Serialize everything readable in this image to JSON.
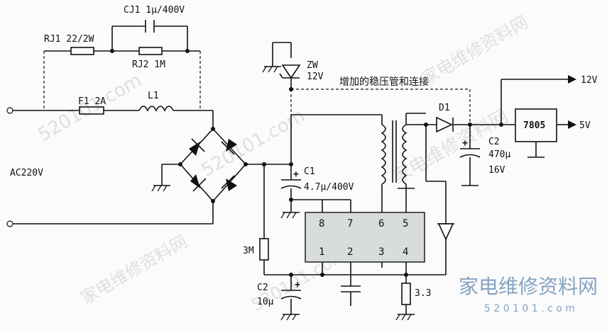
{
  "labels": {
    "cj1": "CJ1 1μ/400V",
    "rj1": "RJ1 22/2W",
    "rj2": "RJ2 1M",
    "f1": "F1 2A",
    "l1": "L1",
    "ac": "AC220V",
    "zw": "ZW",
    "zw_v": "12V",
    "note": "增加的稳压管和连接",
    "d1": "D1",
    "c2_out": "C2",
    "c2_out_val": "470μ",
    "c2_out_v": "16V",
    "reg": "7805",
    "out12": "12V",
    "out5": "5V",
    "c1": "C1",
    "c1_val": "4.7μ/400V",
    "r3m": "3M",
    "c2_low": "C2",
    "c2_low_val": "10μ",
    "r33": "3.3",
    "pins_top": [
      "8",
      "7",
      "6",
      "5"
    ],
    "pins_bottom": [
      "1",
      "2",
      "3",
      "4"
    ]
  },
  "watermarks": {
    "cn": "家电维修资料网",
    "url": "520101.com",
    "logo_cn": "家电维修资料网",
    "logo_url": "5 2 0 1 0 1 . c o m"
  }
}
